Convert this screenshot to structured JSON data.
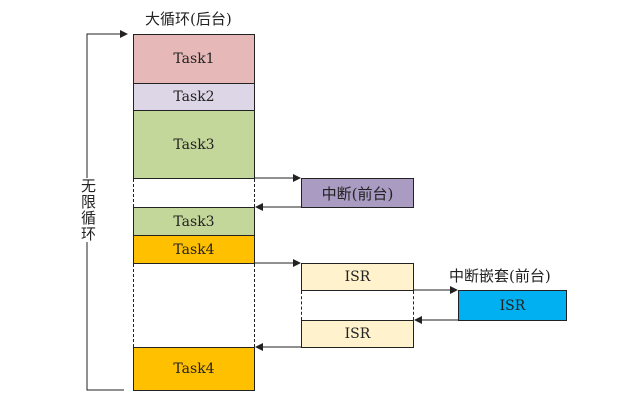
{
  "background_title": "大循环(后台)",
  "loop_label": "无限循环",
  "nested_label": "中断嵌套(前台)",
  "interrupt_label": "中断(前台)",
  "tasks": [
    {
      "label": "Task1",
      "color": "#e6b8b7"
    },
    {
      "label": "Task2",
      "color": "#dcd6e6"
    },
    {
      "label": "Task3",
      "color": "#c4d79b"
    },
    {
      "label": "Task3",
      "color": "#c4d79b"
    },
    {
      "label": "Task4",
      "color": "#ffc000"
    },
    {
      "label": "Task4",
      "color": "#ffc000"
    }
  ],
  "isr": [
    {
      "label": "ISR",
      "color": "#fff2cc"
    },
    {
      "label": "ISR",
      "color": "#fff2cc"
    },
    {
      "label": "ISR",
      "color": "#00b0f0"
    }
  ],
  "interrupt_color": "#a99bc2"
}
